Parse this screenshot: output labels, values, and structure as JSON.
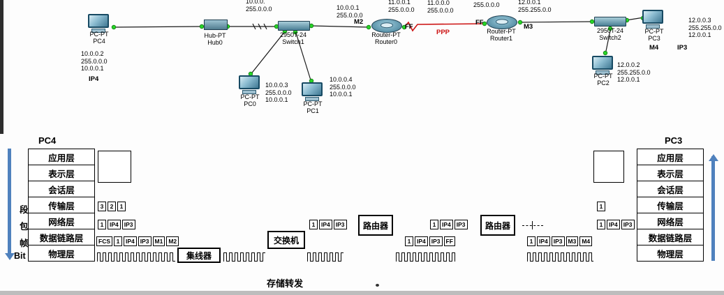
{
  "topology": {
    "devices": [
      {
        "model": "PC-PT",
        "name": "PC4"
      },
      {
        "model": "Hub-PT",
        "name": "Hub0"
      },
      {
        "model": "2950T-24",
        "name": "Switch1"
      },
      {
        "model": "Router-PT",
        "name": "Router0"
      },
      {
        "model": "Router-PT",
        "name": "Router1"
      },
      {
        "model": "2950T-24",
        "name": "Switch2"
      },
      {
        "model": "PC-PT",
        "name": "PC3"
      },
      {
        "model": "PC-PT",
        "name": "PC2"
      },
      {
        "model": "PC-PT",
        "name": "PC0"
      },
      {
        "model": "PC-PT",
        "name": "PC1"
      }
    ],
    "ip_labels": {
      "pc4": [
        "10.0.0.2",
        "255.0.0.0",
        "10.0.0.1"
      ],
      "pc4_tag": "IP4",
      "switch1_top": [
        "10.0.0.",
        "255.0.0.0"
      ],
      "router0_left": [
        "10.0.0.1",
        "255.0.0.0"
      ],
      "router0_left_tag": "M2",
      "router0_top": [
        "11.0.0.1",
        "255.0.0.0"
      ],
      "serial": [
        "11.0.0.0",
        "255.0.0.0"
      ],
      "ppp": "PPP",
      "ff_left": "FF",
      "ff_right": "FF",
      "router1_mask": "255.0.0.0",
      "switch2_top": [
        "12.0.0.1",
        "255.255.0.0"
      ],
      "switch2_tag": "M3",
      "pc3": [
        "12.0.0.3",
        "255.255.0.0",
        "12.0.0.1"
      ],
      "pc3_tag_m4": "M4",
      "pc3_tag_ip3": "IP3",
      "pc2": [
        "12.0.0.2",
        "255.255.0.0",
        "12.0.0.1"
      ],
      "pc0": [
        "10.0.0.3",
        "255.0.0.0",
        "10.0.0.1"
      ],
      "pc1": [
        "10.0.0.4",
        "255.0.0.0",
        "10.0.0.1"
      ]
    }
  },
  "stack": {
    "left_title": "PC4",
    "right_title": "PC3",
    "layers": [
      "应用层",
      "表示层",
      "会话层",
      "传输层",
      "网络层",
      "数据链路层",
      "物理层"
    ],
    "pdu_labels": [
      "段",
      "包",
      "帧",
      "Bit"
    ],
    "transport_left": [
      "3",
      "2",
      "1"
    ],
    "transport_right": [
      "1"
    ],
    "network_left": [
      "1",
      "IP4",
      "IP3"
    ],
    "network_mid1": [
      "1",
      "IP4",
      "IP3"
    ],
    "network_mid2": [
      "1",
      "IP4",
      "IP3"
    ],
    "network_right": [
      "1",
      "IP4",
      "IP3"
    ],
    "router_label": "路由器",
    "datalink_left": [
      "FCS",
      "1",
      "IP4",
      "IP3",
      "M1",
      "M2"
    ],
    "datalink_mid": [
      "1",
      "IP4",
      "IP3",
      "FF"
    ],
    "datalink_right": [
      "1",
      "IP4",
      "IP3",
      "M3",
      "M4"
    ],
    "switch_label": "交换机",
    "hub_label": "集线器",
    "footer": "存储转发"
  }
}
